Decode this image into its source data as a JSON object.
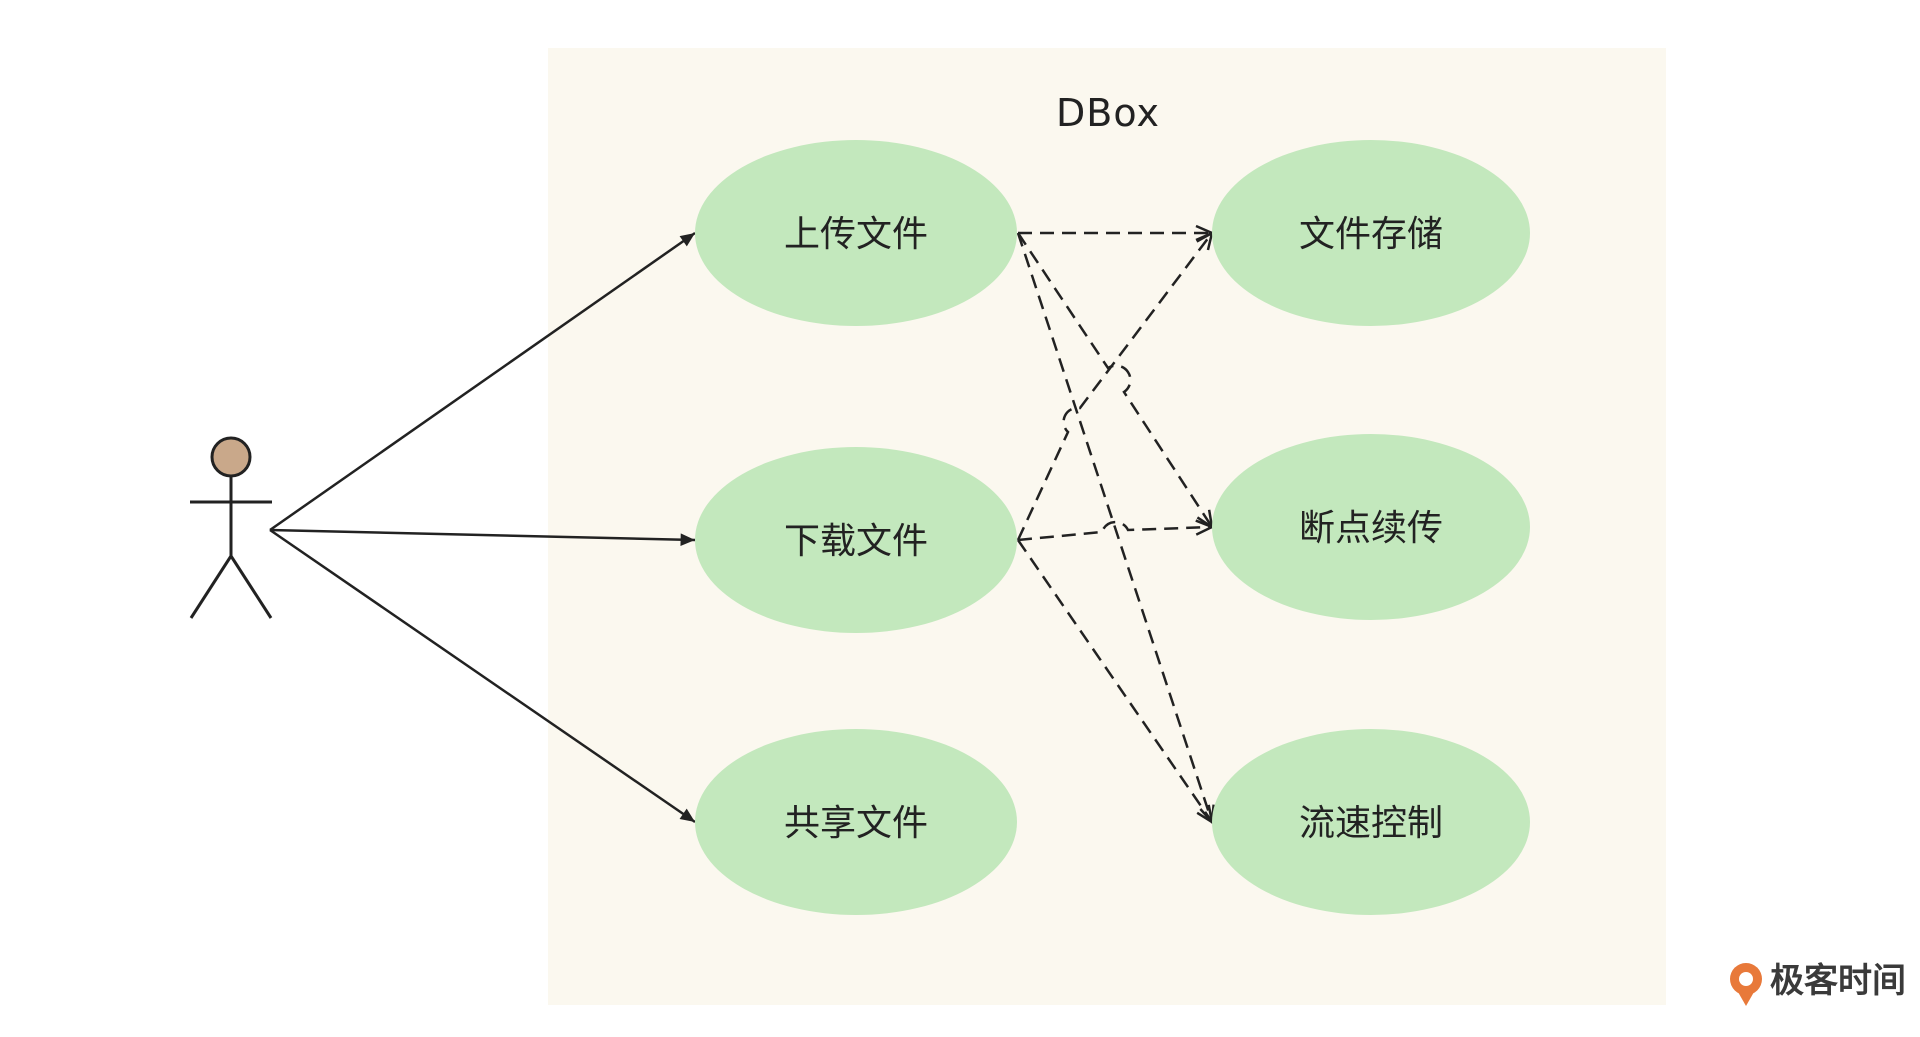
{
  "system": {
    "title": "DBox"
  },
  "use_cases": {
    "upload": "上传文件",
    "download": "下载文件",
    "share": "共享文件",
    "storage": "文件存储",
    "resume": "断点续传",
    "throttle": "流速控制"
  },
  "logo": {
    "text": "极客时间"
  },
  "colors": {
    "system_boundary": "#fbf8ef",
    "use_case_fill": "#c3e8bd",
    "actor_head": "#c9a88a",
    "line": "#222222",
    "logo_accent": "#e8793a"
  }
}
